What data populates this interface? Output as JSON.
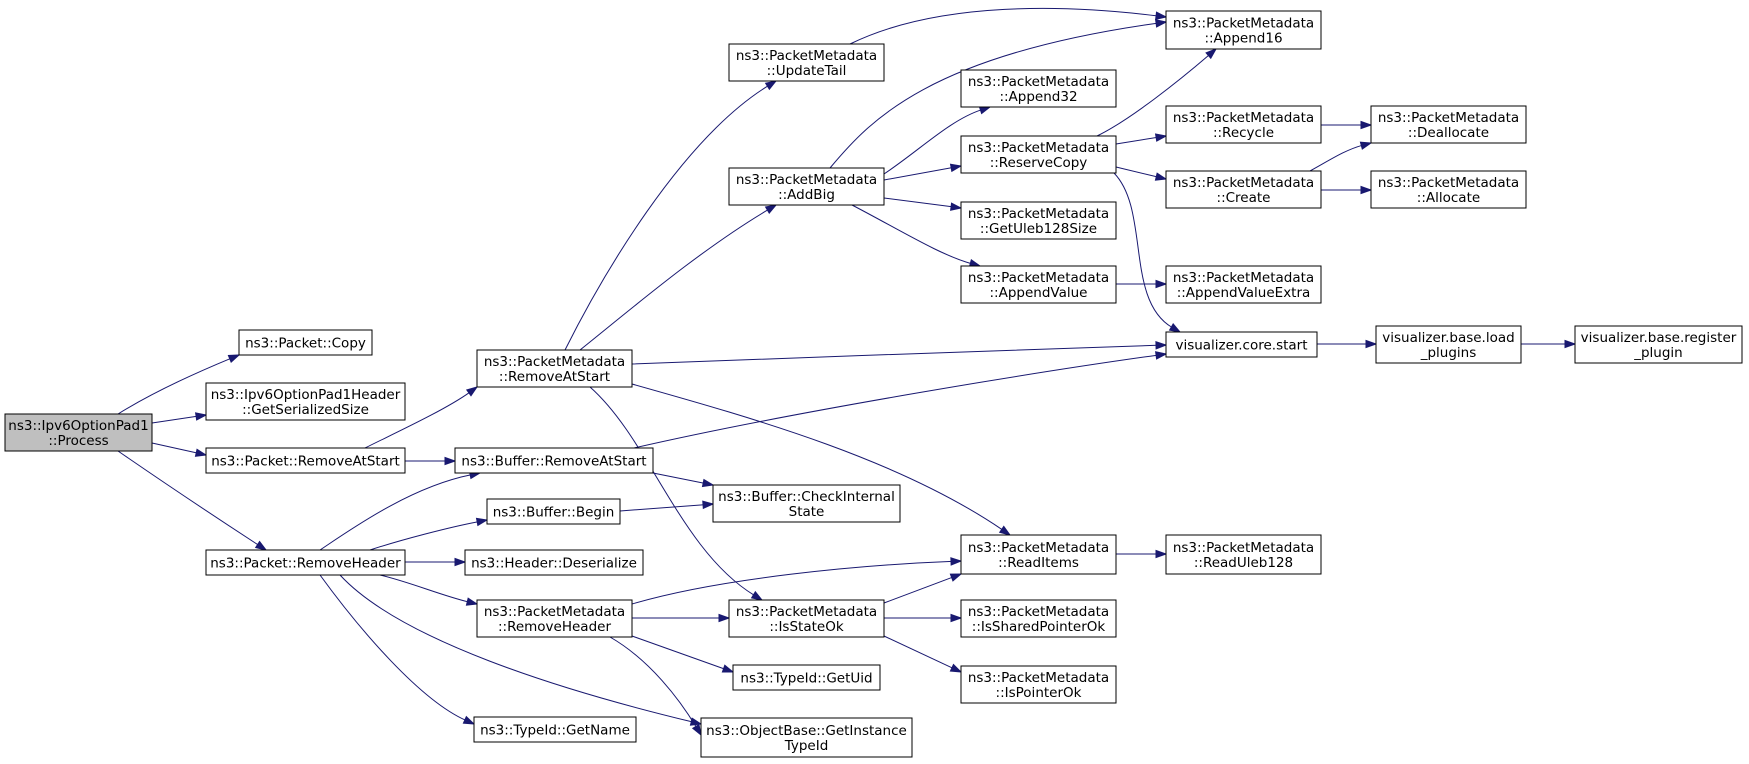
{
  "colors": {
    "edge": "#191970",
    "root_fill": "#bfbfbf",
    "node_fill": "#ffffff",
    "border": "#000000"
  },
  "nodes": [
    {
      "id": "root",
      "lines": [
        "ns3::Ipv6OptionPad1",
        "::Process"
      ],
      "root": true
    },
    {
      "id": "pcopy",
      "lines": [
        "ns3::Packet::Copy"
      ]
    },
    {
      "id": "pad1size",
      "lines": [
        "ns3::Ipv6OptionPad1Header",
        "::GetSerializedSize"
      ]
    },
    {
      "id": "pras",
      "lines": [
        "ns3::Packet::RemoveAtStart"
      ]
    },
    {
      "id": "prh",
      "lines": [
        "ns3::Packet::RemoveHeader"
      ]
    },
    {
      "id": "pmras",
      "lines": [
        "ns3::PacketMetadata",
        "::RemoveAtStart"
      ]
    },
    {
      "id": "bras",
      "lines": [
        "ns3::Buffer::RemoveAtStart"
      ]
    },
    {
      "id": "bbegin",
      "lines": [
        "ns3::Buffer::Begin"
      ]
    },
    {
      "id": "hdeser",
      "lines": [
        "ns3::Header::Deserialize"
      ]
    },
    {
      "id": "pmrh",
      "lines": [
        "ns3::PacketMetadata",
        "::RemoveHeader"
      ]
    },
    {
      "id": "tgetname",
      "lines": [
        "ns3::TypeId::GetName"
      ]
    },
    {
      "id": "pmut",
      "lines": [
        "ns3::PacketMetadata",
        "::UpdateTail"
      ]
    },
    {
      "id": "pmab",
      "lines": [
        "ns3::PacketMetadata",
        "::AddBig"
      ]
    },
    {
      "id": "bcis",
      "lines": [
        "ns3::Buffer::CheckInternal",
        "State"
      ]
    },
    {
      "id": "pmiso",
      "lines": [
        "ns3::PacketMetadata",
        "::IsStateOk"
      ]
    },
    {
      "id": "tgetuid",
      "lines": [
        "ns3::TypeId::GetUid"
      ]
    },
    {
      "id": "obgit",
      "lines": [
        "ns3::ObjectBase::GetInstance",
        "TypeId"
      ]
    },
    {
      "id": "pma32",
      "lines": [
        "ns3::PacketMetadata",
        "::Append32"
      ]
    },
    {
      "id": "pmrc",
      "lines": [
        "ns3::PacketMetadata",
        "::ReserveCopy"
      ]
    },
    {
      "id": "pmgus",
      "lines": [
        "ns3::PacketMetadata",
        "::GetUleb128Size"
      ]
    },
    {
      "id": "pmav",
      "lines": [
        "ns3::PacketMetadata",
        "::AppendValue"
      ]
    },
    {
      "id": "pmri",
      "lines": [
        "ns3::PacketMetadata",
        "::ReadItems"
      ]
    },
    {
      "id": "pmispo",
      "lines": [
        "ns3::PacketMetadata",
        "::IsSharedPointerOk"
      ]
    },
    {
      "id": "pmipo",
      "lines": [
        "ns3::PacketMetadata",
        "::IsPointerOk"
      ]
    },
    {
      "id": "pma16",
      "lines": [
        "ns3::PacketMetadata",
        "::Append16"
      ]
    },
    {
      "id": "pmrec",
      "lines": [
        "ns3::PacketMetadata",
        "::Recycle"
      ]
    },
    {
      "id": "pmcr",
      "lines": [
        "ns3::PacketMetadata",
        "::Create"
      ]
    },
    {
      "id": "pmave",
      "lines": [
        "ns3::PacketMetadata",
        "::AppendValueExtra"
      ]
    },
    {
      "id": "vcs",
      "lines": [
        "visualizer.core.start"
      ]
    },
    {
      "id": "pmru",
      "lines": [
        "ns3::PacketMetadata",
        "::ReadUleb128"
      ]
    },
    {
      "id": "pmdea",
      "lines": [
        "ns3::PacketMetadata",
        "::Deallocate"
      ]
    },
    {
      "id": "pmall",
      "lines": [
        "ns3::PacketMetadata",
        "::Allocate"
      ]
    },
    {
      "id": "vblp",
      "lines": [
        "visualizer.base.load",
        "_plugins"
      ]
    },
    {
      "id": "vbrp",
      "lines": [
        "visualizer.base.register",
        "_plugin"
      ]
    }
  ],
  "edges": [
    [
      "root",
      "pcopy"
    ],
    [
      "root",
      "pad1size"
    ],
    [
      "root",
      "pras"
    ],
    [
      "root",
      "prh"
    ],
    [
      "pras",
      "pmras"
    ],
    [
      "pras",
      "bras"
    ],
    [
      "prh",
      "bras"
    ],
    [
      "prh",
      "bbegin"
    ],
    [
      "prh",
      "hdeser"
    ],
    [
      "prh",
      "pmrh"
    ],
    [
      "prh",
      "tgetname"
    ],
    [
      "prh",
      "obgit"
    ],
    [
      "pmras",
      "pmut"
    ],
    [
      "pmras",
      "pmab"
    ],
    [
      "pmras",
      "vcs"
    ],
    [
      "pmras",
      "pmri"
    ],
    [
      "pmras",
      "pmiso"
    ],
    [
      "bras",
      "bcis"
    ],
    [
      "bras",
      "vcs"
    ],
    [
      "bbegin",
      "bcis"
    ],
    [
      "pmrh",
      "pmri"
    ],
    [
      "pmrh",
      "pmiso"
    ],
    [
      "pmrh",
      "tgetuid"
    ],
    [
      "pmrh",
      "obgit"
    ],
    [
      "pmut",
      "pma16"
    ],
    [
      "pmab",
      "pma16"
    ],
    [
      "pmab",
      "pma32"
    ],
    [
      "pmab",
      "pmrc"
    ],
    [
      "pmab",
      "pmgus"
    ],
    [
      "pmab",
      "pmav"
    ],
    [
      "pmiso",
      "pmri"
    ],
    [
      "pmiso",
      "pmispo"
    ],
    [
      "pmiso",
      "pmipo"
    ],
    [
      "pmrc",
      "pma16"
    ],
    [
      "pmrc",
      "pmrec"
    ],
    [
      "pmrc",
      "pmcr"
    ],
    [
      "pmrc",
      "vcs"
    ],
    [
      "pmav",
      "pmave"
    ],
    [
      "pmri",
      "pmru"
    ],
    [
      "pmrec",
      "pmdea"
    ],
    [
      "pmcr",
      "pmdea"
    ],
    [
      "pmcr",
      "pmall"
    ],
    [
      "vcs",
      "vblp"
    ],
    [
      "vblp",
      "vbrp"
    ]
  ]
}
